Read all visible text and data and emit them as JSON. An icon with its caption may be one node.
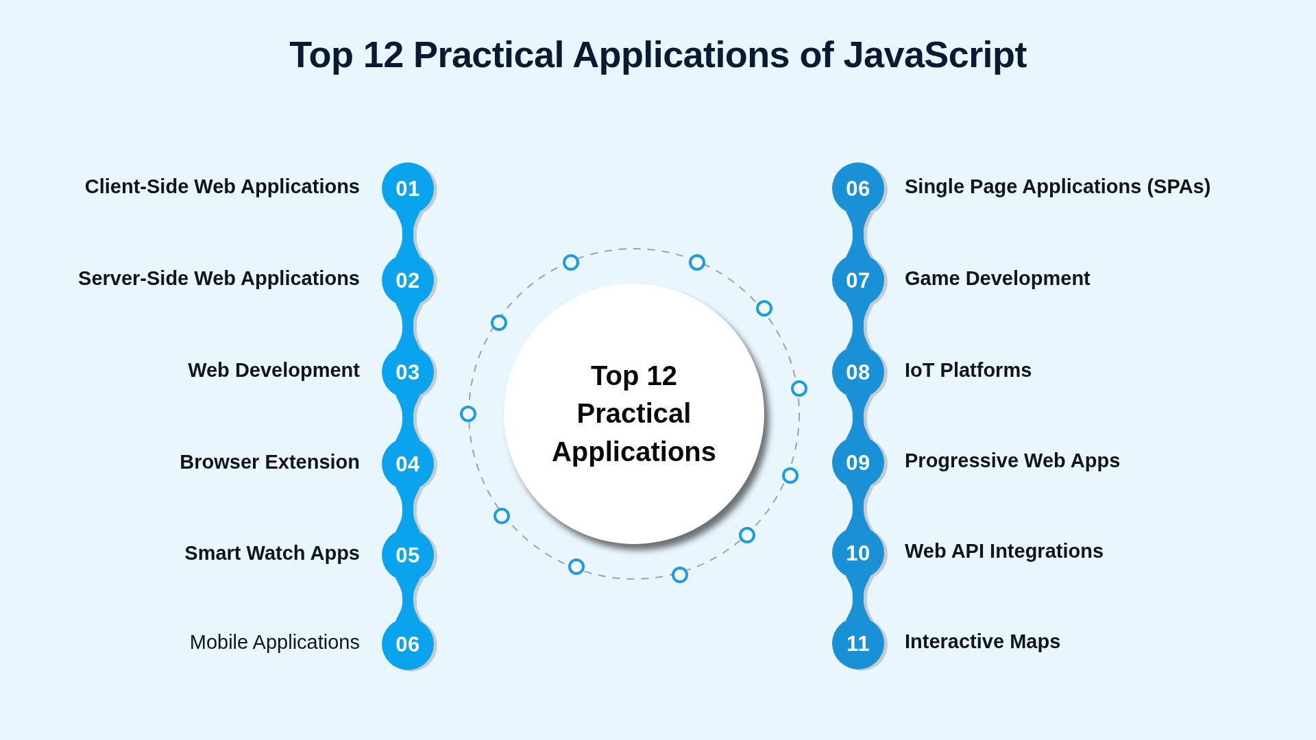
{
  "diagram": {
    "title": "Top 12 Practical Applications of JavaScript",
    "nodes": [
      {
        "text": [
          "01"
        ],
        "beside": [
          "Client-Side Web Applications"
        ]
      },
      {
        "text": [
          "02"
        ],
        "beside": [
          "Server-Side Web Applications"
        ]
      },
      {
        "text": [
          "03"
        ],
        "beside": [
          "Web Development"
        ]
      },
      {
        "text": [
          "04"
        ],
        "beside": [
          "Browser Extension"
        ]
      },
      {
        "text": [
          "05"
        ],
        "beside": [
          "Smart Watch Apps"
        ]
      },
      {
        "text": [
          "06"
        ],
        "beside": [
          "Mobile Applications"
        ]
      },
      {
        "text": [
          "Top 12 Practical Applications"
        ]
      },
      {
        "text": [
          "06"
        ],
        "beside": [
          "Single Page Applications (SPAs)"
        ]
      },
      {
        "text": [
          "07"
        ],
        "beside": [
          "Game Development"
        ]
      },
      {
        "text": [
          "08"
        ],
        "beside": [
          "IoT Platforms"
        ]
      },
      {
        "text": [
          "09"
        ],
        "beside": [
          "Progressive Web Apps"
        ]
      },
      {
        "text": [
          "10"
        ],
        "beside": [
          "Web API Integrations"
        ]
      },
      {
        "text": [
          "11"
        ],
        "beside": [
          "Interactive Maps"
        ]
      }
    ],
    "edges": [
      {
        "from": 0,
        "to": 1,
        "arrow": "none"
      },
      {
        "from": 1,
        "to": 2,
        "arrow": "none"
      },
      {
        "from": 2,
        "to": 3,
        "arrow": "none"
      },
      {
        "from": 3,
        "to": 4,
        "arrow": "none"
      },
      {
        "from": 4,
        "to": 5,
        "arrow": "none"
      },
      {
        "from": 7,
        "to": 8,
        "arrow": "none"
      },
      {
        "from": 8,
        "to": 9,
        "arrow": "none"
      },
      {
        "from": 9,
        "to": 10,
        "arrow": "none"
      },
      {
        "from": 10,
        "to": 11,
        "arrow": "none"
      },
      {
        "from": 11,
        "to": 12,
        "arrow": "none"
      }
    ]
  }
}
